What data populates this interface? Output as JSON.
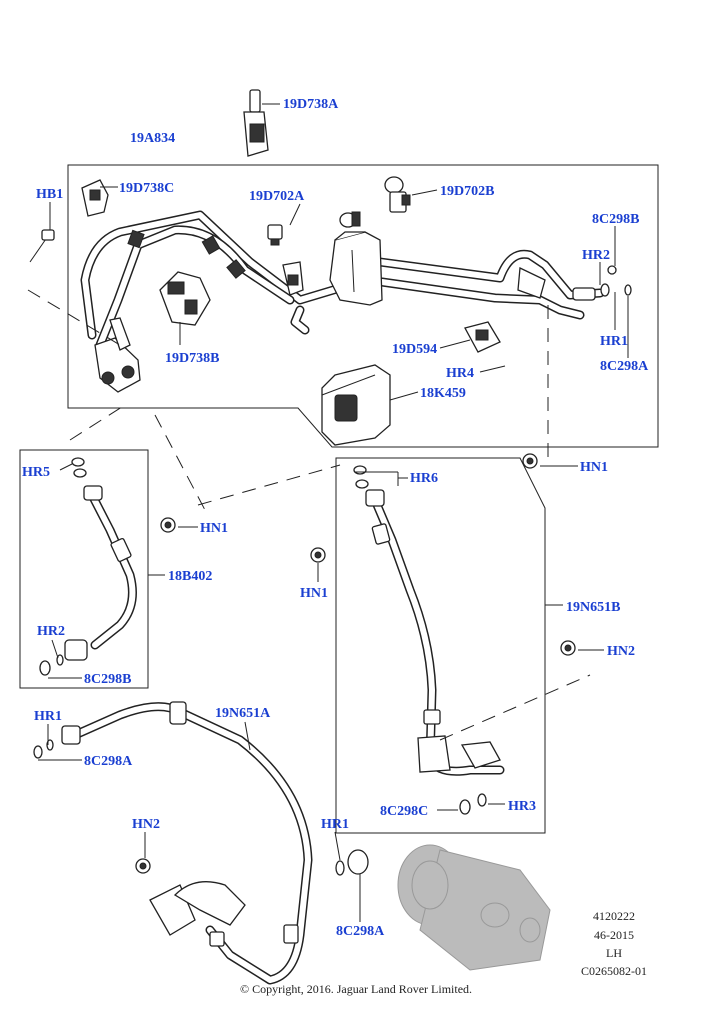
{
  "callouts": {
    "d738a": "19D738A",
    "a834": "19A834",
    "d738c": "19D738C",
    "hb1": "HB1",
    "d702a": "19D702A",
    "d702b": "19D702B",
    "c298b_top": "8C298B",
    "hr2_top": "HR2",
    "hr1_top": "HR1",
    "c298a_top": "8C298A",
    "d738b": "19D738B",
    "d594": "19D594",
    "hr4": "HR4",
    "k459": "18K459",
    "hn1_right": "HN1",
    "hr5": "HR5",
    "hn1_left": "HN1",
    "hr6": "HR6",
    "b402": "18B402",
    "hn1_mid": "HN1",
    "n651b": "19N651B",
    "hr2_left": "HR2",
    "hn2_right": "HN2",
    "c298b_left": "8C298B",
    "hr1_left": "HR1",
    "n651a": "19N651A",
    "c298a_left": "8C298A",
    "c298c": "8C298C",
    "hr3": "HR3",
    "hn2_left": "HN2",
    "hr1_bottom": "HR1",
    "c298a_bottom": "8C298A"
  },
  "reference": {
    "line1": "4120222",
    "line2": "46-2015",
    "line3": "LH",
    "line4": "C0265082-01"
  },
  "copyright": "© Copyright, 2016. Jaguar Land Rover Limited.",
  "colors": {
    "callout": "#1a3fd1",
    "line": "#222222"
  }
}
